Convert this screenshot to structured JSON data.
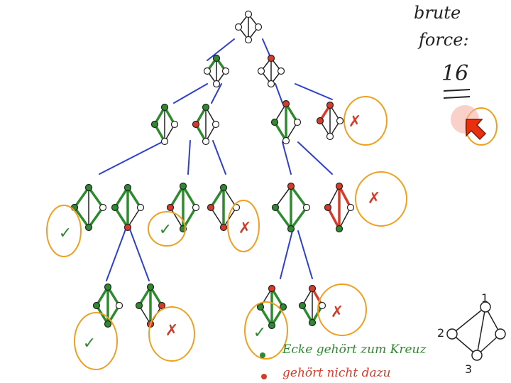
{
  "note": {
    "line1": "brute",
    "line2": "force:",
    "count": "16"
  },
  "legend": {
    "in_cut": "Ecke gehört zum Kreuz",
    "not_in_cut": "gehört nicht dazu"
  },
  "reference_graph": {
    "labels": [
      "1",
      "2",
      "3"
    ]
  },
  "marks": {
    "valid": "✓",
    "invalid": "✗"
  },
  "colors": {
    "green": "#2e8a2e",
    "red": "#d63b2a",
    "blue": "#2f3fd0",
    "orange": "#f0a020",
    "cursor": "#e83010"
  }
}
